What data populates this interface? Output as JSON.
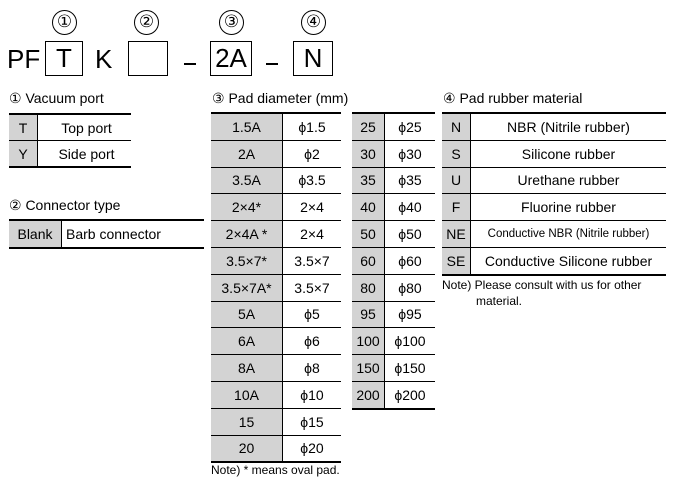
{
  "model_code": {
    "markers": [
      "①",
      "②",
      "③",
      "④"
    ],
    "prefix": "PF",
    "vacuum_port_value": "T",
    "fixed_letter": "K",
    "connector_type_value": "",
    "separator": "–",
    "pad_diameter_value": "2A",
    "rubber_value": "N"
  },
  "vacuum_port": {
    "title": "① Vacuum port",
    "rows": [
      {
        "code": "T",
        "label": "Top port"
      },
      {
        "code": "Y",
        "label": "Side port"
      }
    ]
  },
  "connector_type": {
    "title": "② Connector type",
    "rows": [
      {
        "code": "Blank",
        "label": "Barb connector"
      }
    ]
  },
  "pad_diameter": {
    "title": "③ Pad diameter (mm)",
    "left_rows": [
      {
        "code": "1.5A",
        "label": "ϕ1.5"
      },
      {
        "code": "2A",
        "label": "ϕ2"
      },
      {
        "code": "3.5A",
        "label": "ϕ3.5"
      },
      {
        "code": "2×4*",
        "label": "2×4"
      },
      {
        "code": "2×4A *",
        "label": "2×4"
      },
      {
        "code": "3.5×7*",
        "label": "3.5×7"
      },
      {
        "code": "3.5×7A*",
        "label": "3.5×7"
      },
      {
        "code": "5A",
        "label": "ϕ5"
      },
      {
        "code": "6A",
        "label": "ϕ6"
      },
      {
        "code": "8A",
        "label": "ϕ8"
      },
      {
        "code": "10A",
        "label": "ϕ10"
      },
      {
        "code": "15",
        "label": "ϕ15"
      },
      {
        "code": "20",
        "label": "ϕ20"
      }
    ],
    "right_rows": [
      {
        "code": "25",
        "label": "ϕ25"
      },
      {
        "code": "30",
        "label": "ϕ30"
      },
      {
        "code": "35",
        "label": "ϕ35"
      },
      {
        "code": "40",
        "label": "ϕ40"
      },
      {
        "code": "50",
        "label": "ϕ50"
      },
      {
        "code": "60",
        "label": "ϕ60"
      },
      {
        "code": "80",
        "label": "ϕ80"
      },
      {
        "code": "95",
        "label": "ϕ95"
      },
      {
        "code": "100",
        "label": "ϕ100"
      },
      {
        "code": "150",
        "label": "ϕ150"
      },
      {
        "code": "200",
        "label": "ϕ200"
      }
    ],
    "note": "Note) * means oval pad."
  },
  "rubber_material": {
    "title": "④ Pad rubber material",
    "rows": [
      {
        "code": "N",
        "label": "NBR (Nitrile rubber)"
      },
      {
        "code": "S",
        "label": "Silicone rubber"
      },
      {
        "code": "U",
        "label": "Urethane rubber"
      },
      {
        "code": "F",
        "label": "Fluorine rubber"
      },
      {
        "code": "NE",
        "label": "Conductive NBR (Nitrile rubber)"
      },
      {
        "code": "SE",
        "label": "Conductive Silicone rubber"
      }
    ],
    "note_line1": "Note) Please consult with us for other",
    "note_line2": "material."
  }
}
